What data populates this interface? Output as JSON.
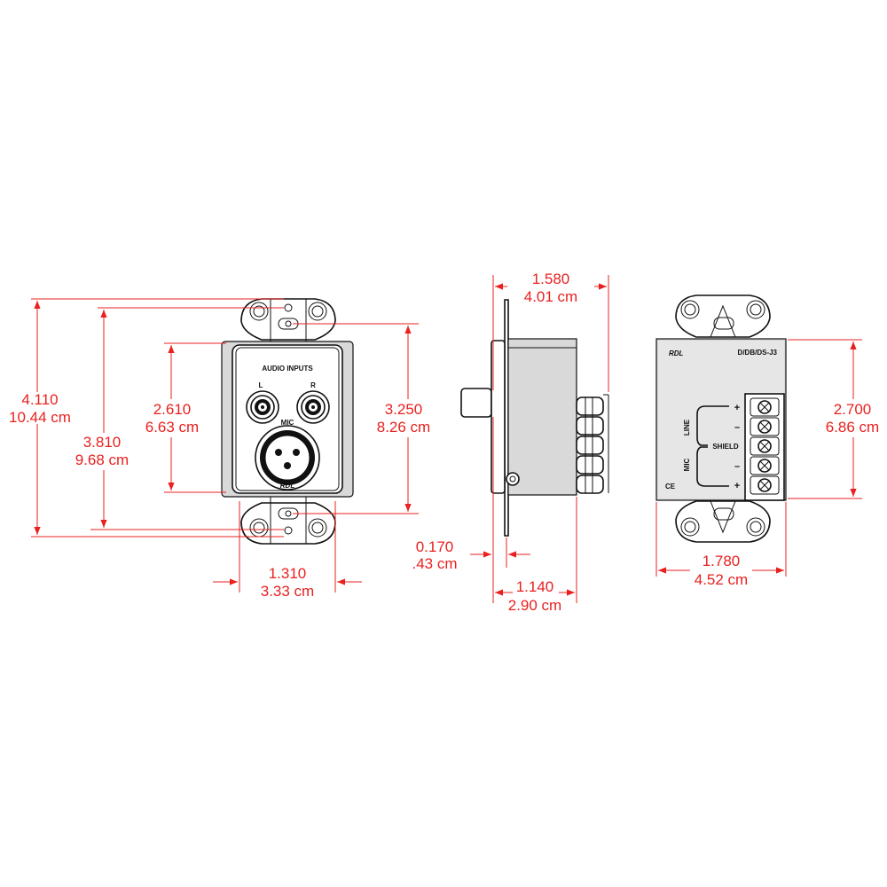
{
  "front_view": {
    "dimensions": {
      "overall_height": {
        "in": "4.110",
        "cm": "10.44 cm"
      },
      "hole_spacing": {
        "in": "3.810",
        "cm": "9.68 cm"
      },
      "body_height": {
        "in": "2.610",
        "cm": "6.63 cm"
      },
      "screw_spacing": {
        "in": "3.250",
        "cm": "8.26 cm"
      },
      "body_width": {
        "in": "1.310",
        "cm": "3.33 cm"
      }
    },
    "labels": {
      "panel_title": "AUDIO INPUTS",
      "left": "L",
      "right": "R",
      "mic": "MIC",
      "brand": "RDL"
    }
  },
  "side_view": {
    "dimensions": {
      "overall_depth": {
        "in": "1.580",
        "cm": "4.01 cm"
      },
      "plate_offset": {
        "in": "0.170",
        "cm": ".43 cm"
      },
      "body_depth": {
        "in": "1.140",
        "cm": "2.90 cm"
      }
    }
  },
  "rear_view": {
    "dimensions": {
      "terminal_height": {
        "in": "2.700",
        "cm": "6.86 cm"
      },
      "body_width": {
        "in": "1.780",
        "cm": "4.52 cm"
      }
    },
    "labels": {
      "brand": "RDL",
      "model": "D/DB/DS-J3",
      "line": "LINE",
      "mic": "MIC",
      "shield": "SHIELD",
      "plus": "+",
      "minus": "–",
      "ce": "CE"
    }
  },
  "colors": {
    "dimension": "#e8211f",
    "outline": "#111111",
    "fill": "#d9d9d9"
  }
}
